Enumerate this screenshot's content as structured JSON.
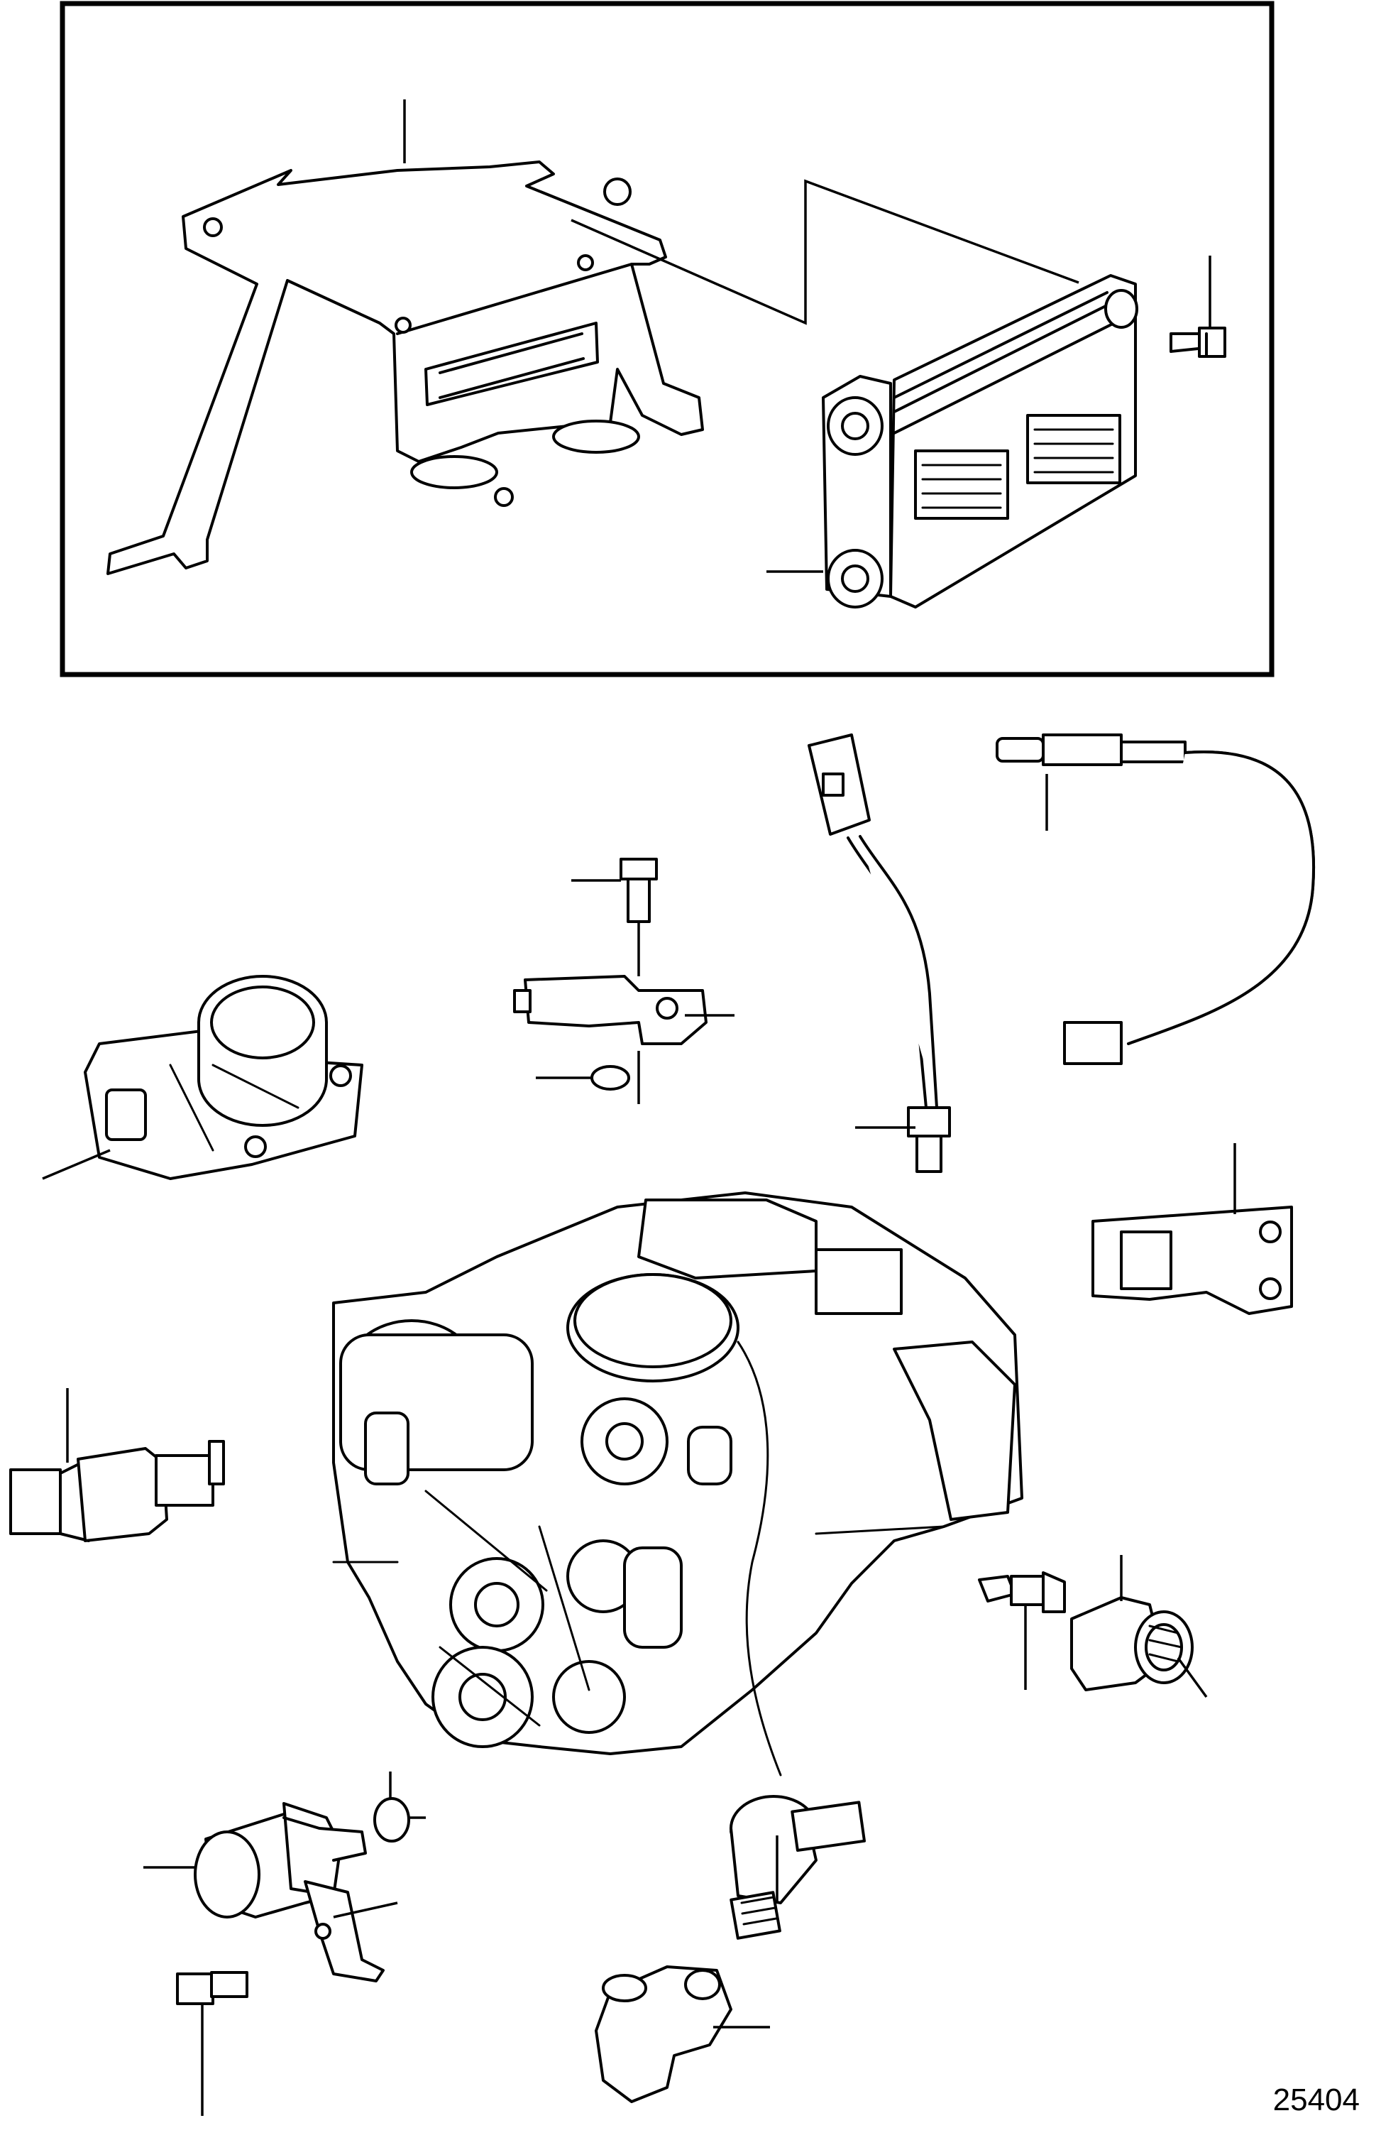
{
  "figure": {
    "reference_number": "25404",
    "kind": "exploded parts illustration (no callout numbers printed)"
  },
  "parts": [
    "ecu-mounting-bracket",
    "ecu-control-module",
    "ecu-bolt",
    "throttle-body",
    "map-sensor",
    "map-sensor-bolt",
    "map-sensor-o-ring",
    "temperature-sender-with-harness",
    "oxygen-sensor",
    "camshaft-position-sensor",
    "coolant-temperature-sensor",
    "marine-engine",
    "pressure-fitting",
    "oil-pressure-switch",
    "crankshaft-position-sensor",
    "crank-sensor-o-ring",
    "crank-sensor-bolt",
    "knock-sensor",
    "knock-sensor-adapter"
  ]
}
